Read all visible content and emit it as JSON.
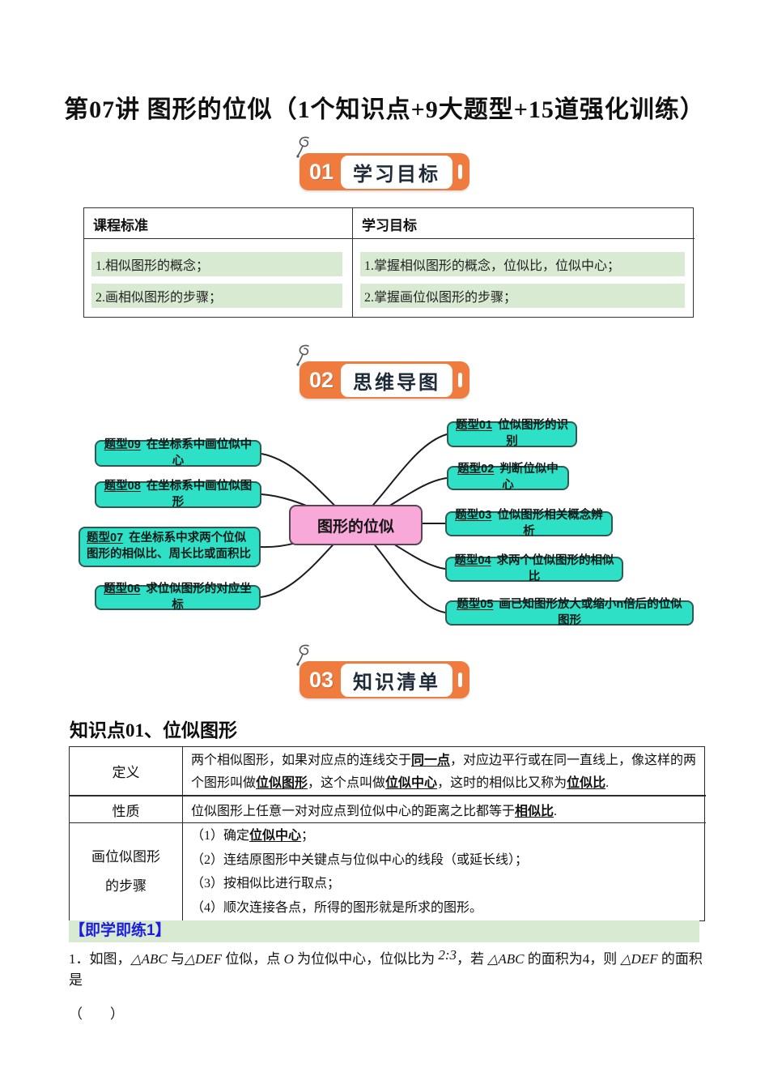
{
  "title": "第07讲 图形的位似（1个知识点+9大题型+15道强化训练）",
  "badges": [
    {
      "num": "01",
      "label": "学习目标"
    },
    {
      "num": "02",
      "label": "思维导图"
    },
    {
      "num": "03",
      "label": "知识清单"
    }
  ],
  "goals_table": {
    "headers": [
      "课程标准",
      "学习目标"
    ],
    "left_items": [
      "1.相似图形的概念；",
      "2.画相似图形的步骤；"
    ],
    "right_items": [
      "1.掌握相似图形的概念，位似比，位似中心；",
      "2.掌握画位似图形的步骤；"
    ]
  },
  "mindmap": {
    "center": "图形的位似",
    "left": [
      {
        "tag": "题型09",
        "text": "在坐标系中画位似中心"
      },
      {
        "tag": "题型08",
        "text": "在坐标系中画位似图形"
      },
      {
        "tag": "题型07",
        "text": "在坐标系中求两个位似图形的相似比、周长比或面积比"
      },
      {
        "tag": "题型06",
        "text": "求位似图形的对应坐标"
      }
    ],
    "right": [
      {
        "tag": "题型01",
        "text": "位似图形的识别"
      },
      {
        "tag": "题型02",
        "text": "判断位似中心"
      },
      {
        "tag": "题型03",
        "text": "位似图形相关概念辨析"
      },
      {
        "tag": "题型04",
        "text": "求两个位似图形的相似比"
      },
      {
        "tag": "题型05",
        "text": "画已知图形放大或缩小n倍后的位似图形"
      }
    ]
  },
  "knowledge": {
    "heading": "知识点01、位似图形",
    "def_label": "定义",
    "def": {
      "s1": "两个相似图形，如果对应点的连线交于",
      "b1": "同一点",
      "s2": "，对应边平行或在同一直线上，像这样的两个图形叫做",
      "b2": "位似图形",
      "s3": "，这个点叫做",
      "b3": "位似中心",
      "s4": "，这时的相似比又称为",
      "b4": "位似比",
      "s5": "."
    },
    "prop_label": "性质",
    "prop": {
      "s1": "位似图形上任意一对对应点到位似中心的距离之比都等于",
      "b1": "相似比",
      "s2": "."
    },
    "steps_label_line1": "画位似图形",
    "steps_label_line2": "的步骤",
    "steps": {
      "s1a": "（1）确定",
      "s1b": "位似中心",
      "s1c": "；",
      "s2": "（2）连结原图形中关键点与位似中心的线段（或延长线）；",
      "s3": "（3）按相似比进行取点；",
      "s4": "（4）顺次连接各点，所得的图形就是所求的图形。"
    }
  },
  "practice": {
    "banner": "【即学即练1】",
    "q1": {
      "n": "1．",
      "t1": "如图，",
      "m1": "△ABC",
      "t2": " 与",
      "m2": "△DEF",
      "t3": " 位似，点 ",
      "m3": "O",
      "t4": " 为位似中心，位似比为 ",
      "m4": "2:3",
      "t5": "，若 ",
      "m5": "△ABC",
      "t6": " 的面积为4，则 ",
      "m6": "△DEF",
      "t7": " 的面积是",
      "blank": "（　　）"
    }
  },
  "colors": {
    "accent_orange": "#EF7B3F",
    "node_teal": "#2EE0C6",
    "center_pink": "#F8A8D9",
    "highlight_green": "#D9EAD3",
    "banner_text_blue": "#1C1CE0"
  }
}
